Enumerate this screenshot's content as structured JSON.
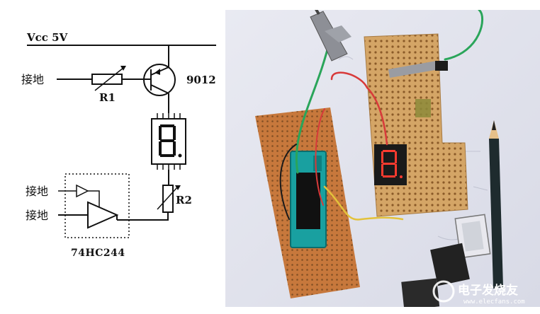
{
  "schematic": {
    "supply_label": "Vcc  5V",
    "ground_label_1": "接地",
    "ground_label_2": "接地",
    "ground_label_3": "接地",
    "transistor_label": "9012",
    "resistor1_label": "R1",
    "resistor2_label": "R2",
    "chip_label": "74HC244"
  },
  "photo": {
    "watermark_brand": "电子发烧友",
    "watermark_url": "www.elecfans.com",
    "display_digit": "8."
  },
  "colors": {
    "line": "#111111",
    "board": "#c98a4a",
    "stripboard": "#d4a566",
    "chip_socket": "#1aa3a3",
    "led_red": "#ff3b2f",
    "wire_green": "#2aa55a",
    "wire_red": "#d83a3a",
    "wire_yellow": "#e3c23b"
  }
}
